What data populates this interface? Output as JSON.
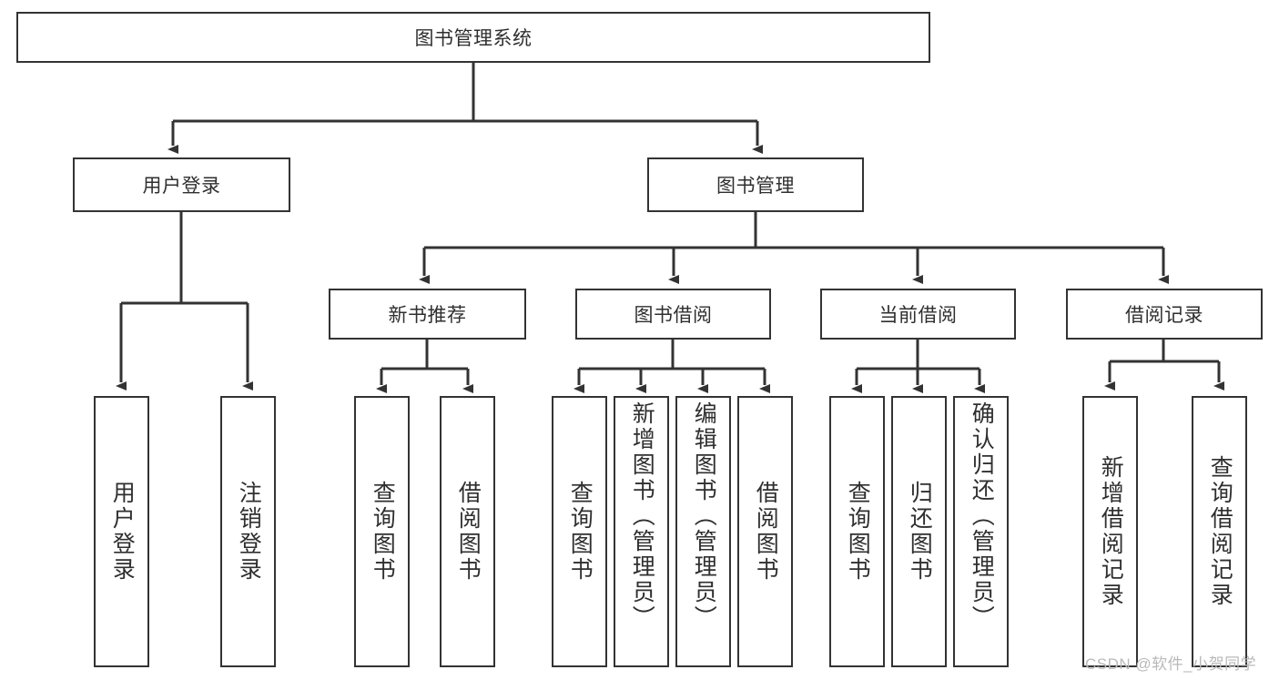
{
  "diagram": {
    "title_node": {
      "label": "图书管理系统"
    },
    "level2": [
      {
        "id": "user-login",
        "label": "用户登录"
      },
      {
        "id": "book-manage",
        "label": "图书管理"
      }
    ],
    "level3": [
      {
        "id": "new-book-recommend",
        "label": "新书推荐"
      },
      {
        "id": "book-borrow",
        "label": "图书借阅"
      },
      {
        "id": "current-borrow",
        "label": "当前借阅"
      },
      {
        "id": "borrow-record",
        "label": "借阅记录"
      }
    ],
    "leaves": [
      {
        "id": "leaf-user-login",
        "label": "用户登录",
        "group": "user-login"
      },
      {
        "id": "leaf-logout-login",
        "label": "注销登录",
        "group": "user-login"
      },
      {
        "id": "leaf-query-book-1",
        "label": "查询图书",
        "group": "new-book-recommend"
      },
      {
        "id": "leaf-borrow-book-1",
        "label": "借阅图书",
        "group": "new-book-recommend"
      },
      {
        "id": "leaf-query-book-2",
        "label": "查询图书",
        "group": "book-borrow"
      },
      {
        "id": "leaf-add-book",
        "label": "新增图书（管理员）",
        "group": "book-borrow"
      },
      {
        "id": "leaf-edit-book",
        "label": "编辑图书（管理员）",
        "group": "book-borrow"
      },
      {
        "id": "leaf-borrow-book-2",
        "label": "借阅图书",
        "group": "book-borrow"
      },
      {
        "id": "leaf-query-book-3",
        "label": "查询图书",
        "group": "current-borrow"
      },
      {
        "id": "leaf-return-book",
        "label": "归还图书",
        "group": "current-borrow"
      },
      {
        "id": "leaf-confirm-return",
        "label": "确认归还（管理员）",
        "group": "current-borrow"
      },
      {
        "id": "leaf-add-record",
        "label": "新增借阅记录",
        "group": "borrow-record"
      },
      {
        "id": "leaf-query-record",
        "label": "查询借阅记录",
        "group": "borrow-record"
      }
    ],
    "watermark": {
      "text": "CSDN @软件_小贺同学"
    },
    "colors": {
      "border": "#333333",
      "text": "#2f2f2f",
      "background": "#ffffff",
      "watermark": "#b9b9b9"
    }
  }
}
